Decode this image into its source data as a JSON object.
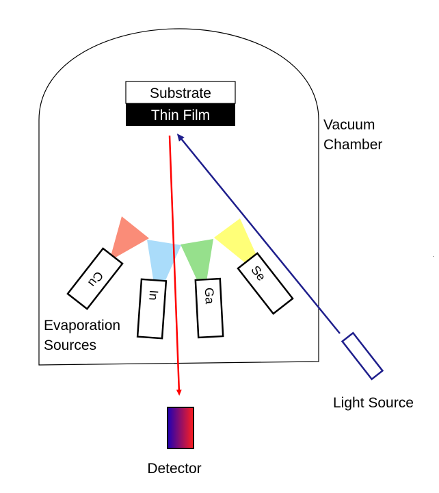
{
  "labels": {
    "substrate": "Substrate",
    "thin_film": "Thin Film",
    "vacuum_line1": "Vacuum",
    "vacuum_line2": "Chamber",
    "evap_line1": "Evaporation",
    "evap_line2": "Sources",
    "light_source": "Light Source",
    "detector": "Detector"
  },
  "sources": [
    {
      "element": "Cu",
      "plume_color": "#fa8c78"
    },
    {
      "element": "In",
      "plume_color": "#aadcfa"
    },
    {
      "element": "Ga",
      "plume_color": "#96e08c"
    },
    {
      "element": "Se",
      "plume_color": "#ffff78"
    }
  ],
  "colors": {
    "reflected_beam": "#ff0000",
    "incident_beam": "#1e1e8c",
    "detector_gradient_start": "#1e00b4",
    "detector_gradient_end": "#ff1e1e",
    "thin_film_fill": "#000000",
    "substrate_fill": "#ffffff"
  }
}
